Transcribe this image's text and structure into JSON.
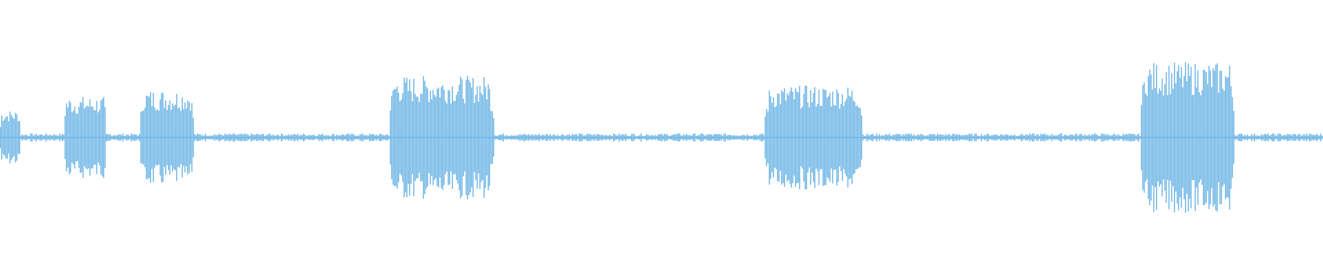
{
  "waveform": {
    "color": "#5dade2",
    "background": "#ffffff",
    "icon": "audio-waveform",
    "segments": [
      {
        "start": 0.0,
        "end": 0.015,
        "level": 0.2
      },
      {
        "start": 0.048,
        "end": 0.08,
        "level": 0.3
      },
      {
        "start": 0.106,
        "end": 0.146,
        "level": 0.35
      },
      {
        "start": 0.294,
        "end": 0.373,
        "level": 0.45
      },
      {
        "start": 0.578,
        "end": 0.652,
        "level": 0.38
      },
      {
        "start": 0.862,
        "end": 0.933,
        "level": 0.55
      }
    ]
  }
}
